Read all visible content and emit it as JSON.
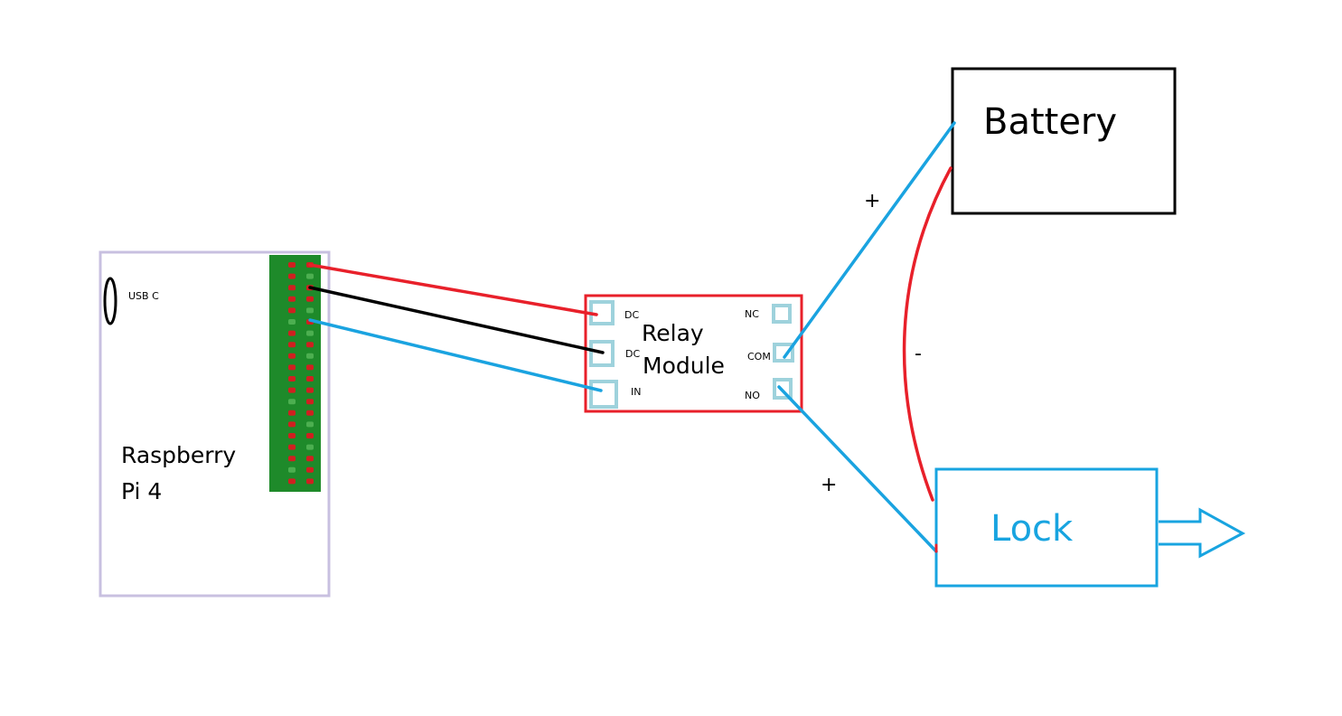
{
  "raspberry_pi": {
    "label_line1": "Raspberry",
    "label_line2": "Pi 4",
    "usb_label": "USB C"
  },
  "relay": {
    "title_line1": "Relay",
    "title_line2": "Module",
    "pins": {
      "dc1": "DC",
      "dc2": "DC",
      "in": "IN",
      "nc": "NC",
      "com": "COM",
      "no": "NO"
    }
  },
  "battery": {
    "label": "Battery"
  },
  "lock": {
    "label": "Lock"
  },
  "polarity": {
    "battery_plus": "+",
    "battery_minus": "-",
    "lock_plus": "+"
  },
  "colors": {
    "red_wire": "#e8202a",
    "black_wire": "#000000",
    "blue_wire": "#1aa3e0",
    "pi_outline": "#c8c0e0",
    "gpio_board": "#1e8a2a",
    "pin_red": "#d02020",
    "pin_green": "#4caf50",
    "relay_border": "#e8202a",
    "terminal": "#9ed2dc",
    "lock_color": "#18a4e0"
  }
}
